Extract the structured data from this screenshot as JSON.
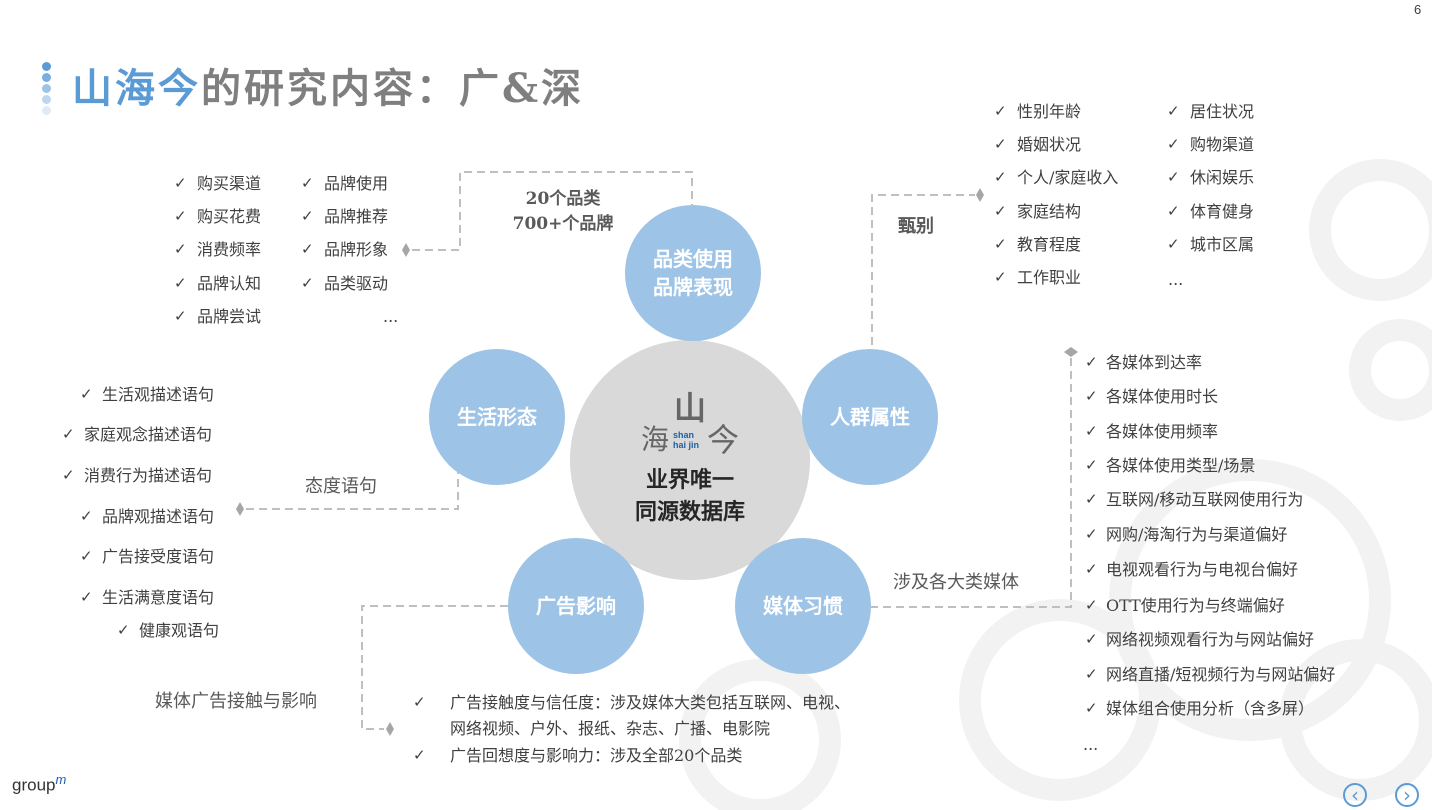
{
  "page_number": "6",
  "title": {
    "highlight": "山海今",
    "rest": "的研究内容：广&深"
  },
  "center": {
    "logo_text": "shan hai jin",
    "line1": "业界唯一",
    "line2": "同源数据库"
  },
  "circles": {
    "top": [
      "品类使用",
      "品牌表现"
    ],
    "left": "生活形态",
    "right": "人群属性",
    "bottom_left": "广告影响",
    "bottom_right": "媒体习惯"
  },
  "top_label": [
    "20个品类",
    "700+个品牌"
  ],
  "top_left_list": {
    "col1": [
      "购买渠道",
      "购买花费",
      "消费频率",
      "品牌认知",
      "品牌尝试"
    ],
    "col2": [
      "品牌使用",
      "品牌推荐",
      "品牌形象",
      "品类驱动"
    ],
    "more": "..."
  },
  "right_top_label": "甄别",
  "right_top_list": {
    "col1": [
      "性别年龄",
      "婚姻状况",
      "个人/家庭收入",
      "家庭结构",
      "教育程度",
      "工作职业"
    ],
    "col2": [
      "居住状况",
      "购物渠道",
      "休闲娱乐",
      "体育健身",
      "城市区属"
    ],
    "more": "..."
  },
  "left_label": "态度语句",
  "left_list": [
    "生活观描述语句",
    "家庭观念描述语句",
    "消费行为描述语句",
    "品牌观描述语句",
    "广告接受度语句",
    "生活满意度语句",
    "健康观语句"
  ],
  "media_label": "涉及各大类媒体",
  "media_list": [
    "各媒体到达率",
    "各媒体使用时长",
    "各媒体使用频率",
    "各媒体使用类型/场景",
    "互联网/移动互联网使用行为",
    "网购/海淘行为与渠道偏好",
    "电视观看行为与电视台偏好",
    "OTT使用行为与终端偏好",
    "网络视频观看行为与网站偏好",
    "网络直播/短视频行为与网站偏好",
    "媒体组合使用分析（含多屏）"
  ],
  "media_more": "...",
  "ad_label": "媒体广告接触与影响",
  "ad_list": [
    "广告接触度与信任度：涉及媒体大类包括互联网、电视、",
    "网络视频、户外、报纸、杂志、广播、电影院",
    "广告回想度与影响力：涉及全部20个品类"
  ],
  "check": "✓",
  "brand": {
    "name": "group",
    "sup": "m"
  },
  "nav": {
    "prev": "‹",
    "next": "›"
  },
  "colors": {
    "accent": "#5b9bd5",
    "circle": "#9dc3e6",
    "center": "#d9d9d9",
    "line": "#bfbfbf"
  }
}
